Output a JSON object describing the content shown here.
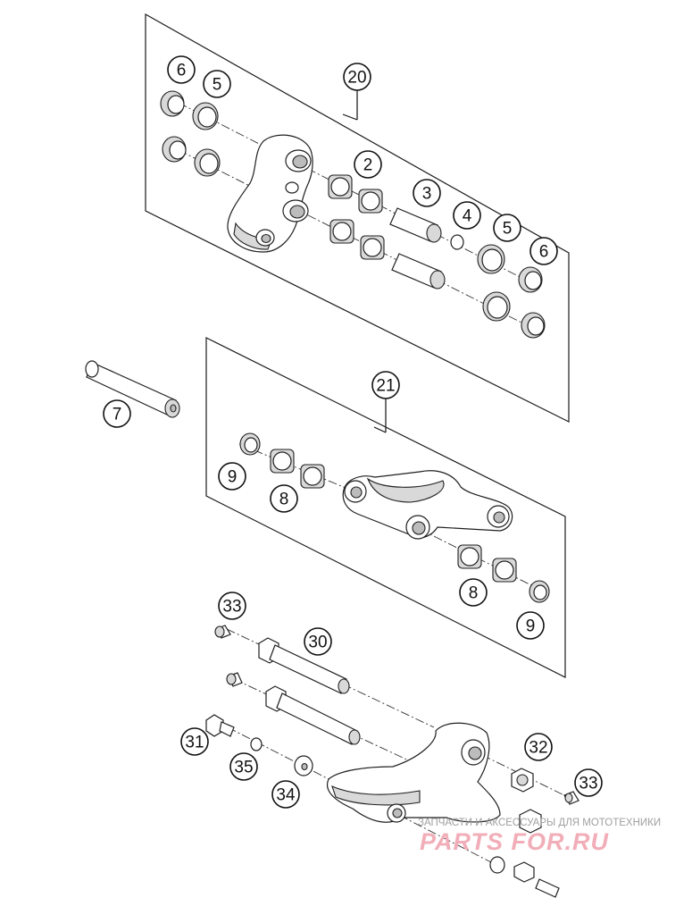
{
  "callouts": [
    {
      "label": "6"
    },
    {
      "label": "5"
    },
    {
      "label": "20"
    },
    {
      "label": "2"
    },
    {
      "label": "3"
    },
    {
      "label": "4"
    },
    {
      "label": "5"
    },
    {
      "label": "6"
    },
    {
      "label": "7"
    },
    {
      "label": "21"
    },
    {
      "label": "9"
    },
    {
      "label": "8"
    },
    {
      "label": "8"
    },
    {
      "label": "9"
    },
    {
      "label": "33"
    },
    {
      "label": "30"
    },
    {
      "label": "31"
    },
    {
      "label": "35"
    },
    {
      "label": "34"
    },
    {
      "label": "32"
    },
    {
      "label": "33"
    }
  ],
  "watermark": {
    "tagline": "ЗАПЧАСТИ И АКСЕССУАРЫ ДЛЯ МОТОТЕХНИКИ",
    "brand": "PARTS FOR.RU"
  }
}
